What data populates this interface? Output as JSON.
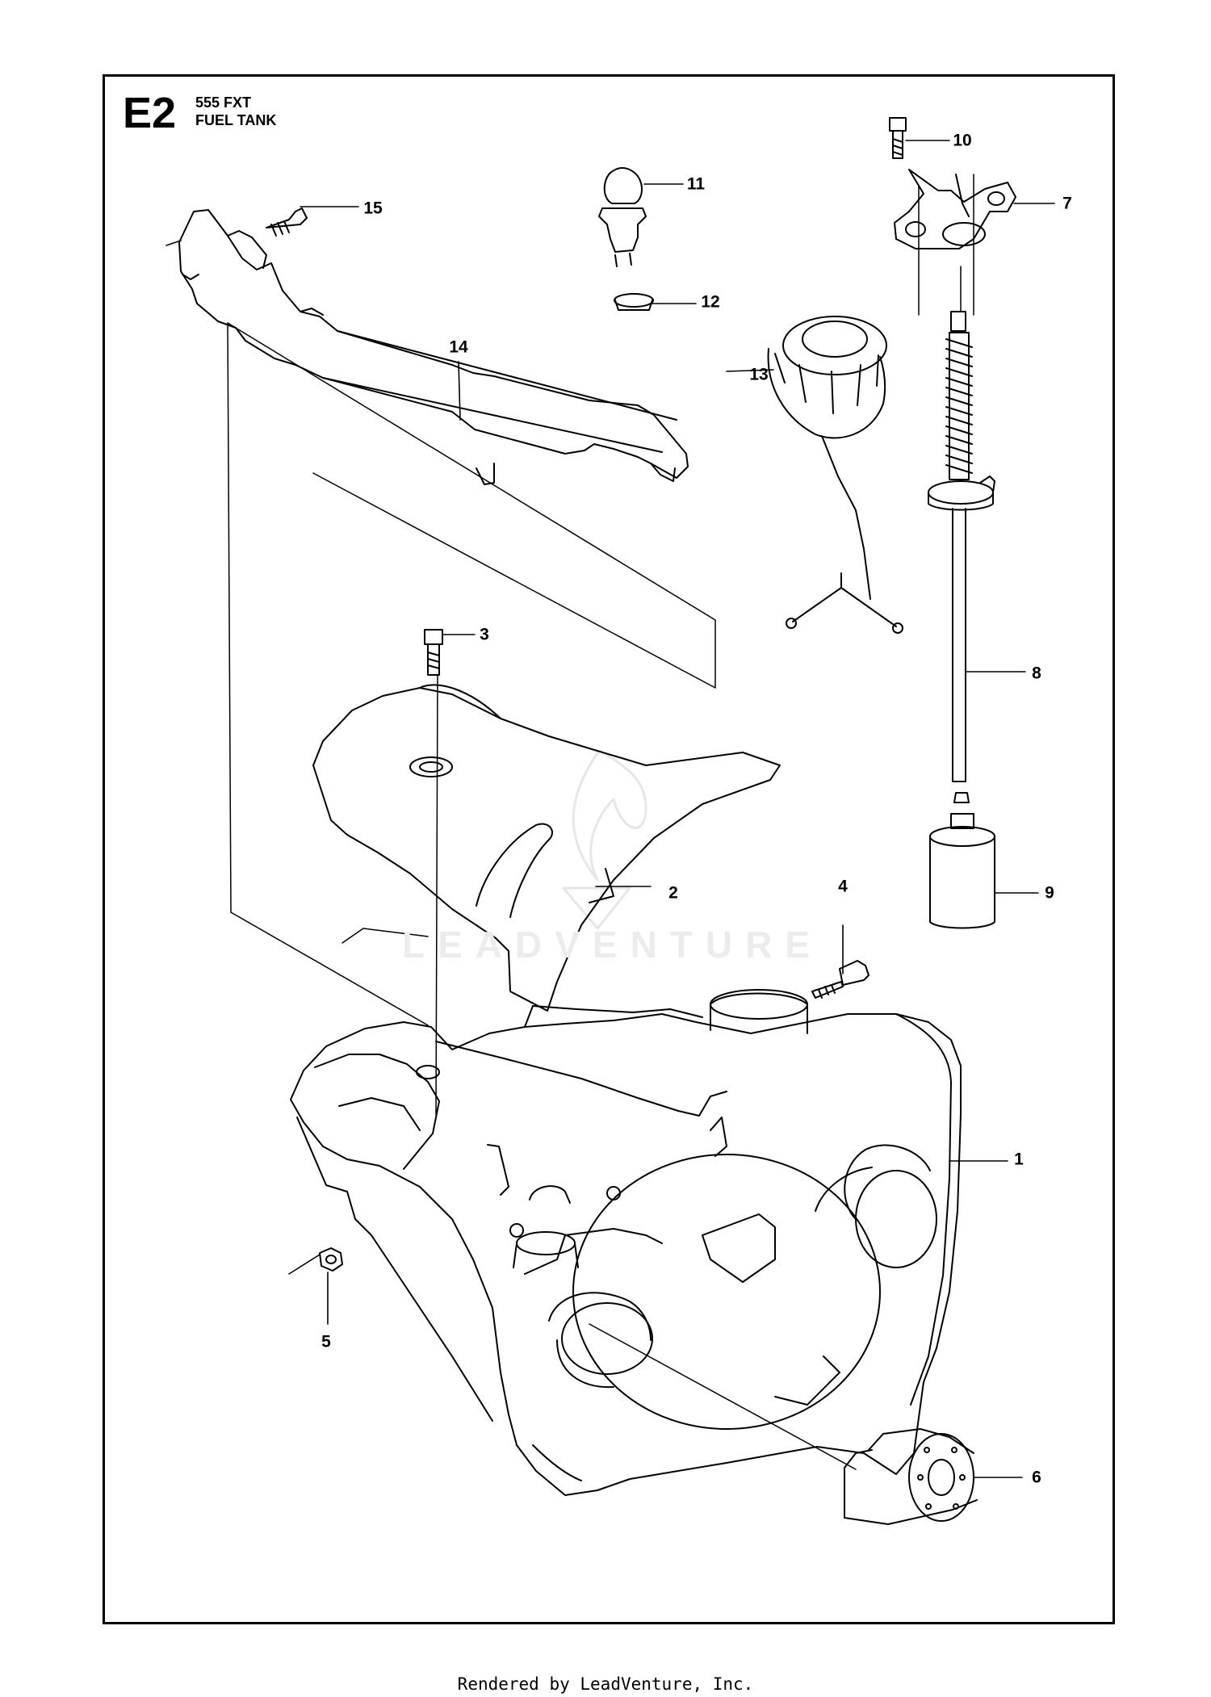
{
  "diagram": {
    "code": "E2",
    "model": "555 FXT",
    "section": "FUEL TANK"
  },
  "callouts": [
    "1",
    "2",
    "3",
    "4",
    "5",
    "6",
    "7",
    "8",
    "9",
    "10",
    "11",
    "12",
    "13",
    "14",
    "15"
  ],
  "watermark": "LEADVENTURE",
  "footer": "Rendered by LeadVenture, Inc."
}
